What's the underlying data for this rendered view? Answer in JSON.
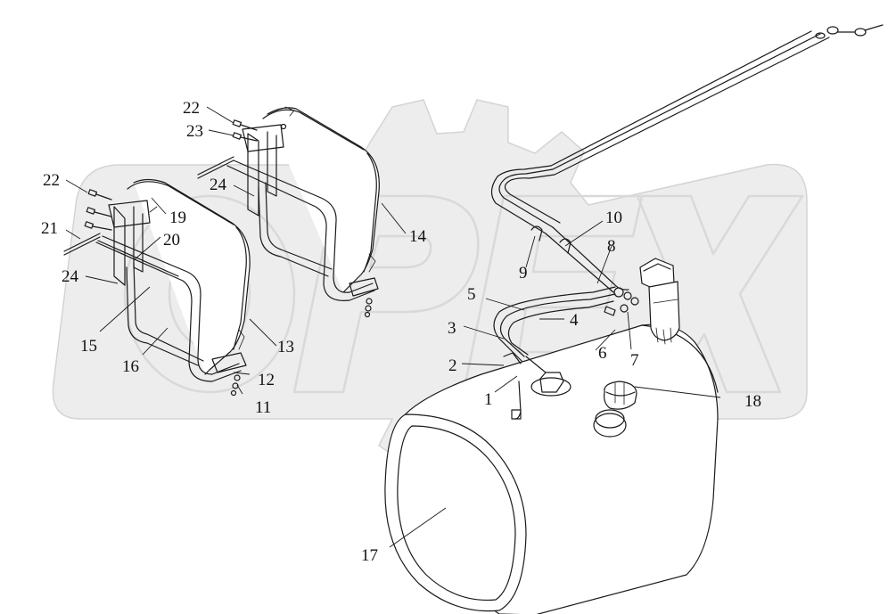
{
  "watermark": {
    "text": "OPEX"
  },
  "callouts": [
    {
      "id": "c1",
      "text": "1"
    },
    {
      "id": "c2",
      "text": "2"
    },
    {
      "id": "c3",
      "text": "3"
    },
    {
      "id": "c4",
      "text": "4"
    },
    {
      "id": "c5",
      "text": "5"
    },
    {
      "id": "c6",
      "text": "6"
    },
    {
      "id": "c7",
      "text": "7"
    },
    {
      "id": "c8",
      "text": "8"
    },
    {
      "id": "c9",
      "text": "9"
    },
    {
      "id": "c10",
      "text": "10"
    },
    {
      "id": "c11",
      "text": "11"
    },
    {
      "id": "c12",
      "text": "12"
    },
    {
      "id": "c13",
      "text": "13"
    },
    {
      "id": "c14",
      "text": "14"
    },
    {
      "id": "c15",
      "text": "15"
    },
    {
      "id": "c16",
      "text": "16"
    },
    {
      "id": "c17",
      "text": "17"
    },
    {
      "id": "c18",
      "text": "18"
    },
    {
      "id": "c19",
      "text": "19"
    },
    {
      "id": "c20",
      "text": "20"
    },
    {
      "id": "c21",
      "text": "21"
    },
    {
      "id": "c22a",
      "text": "22"
    },
    {
      "id": "c22b",
      "text": "22"
    },
    {
      "id": "c23",
      "text": "23"
    },
    {
      "id": "c24a",
      "text": "24"
    },
    {
      "id": "c24b",
      "text": "24"
    }
  ]
}
